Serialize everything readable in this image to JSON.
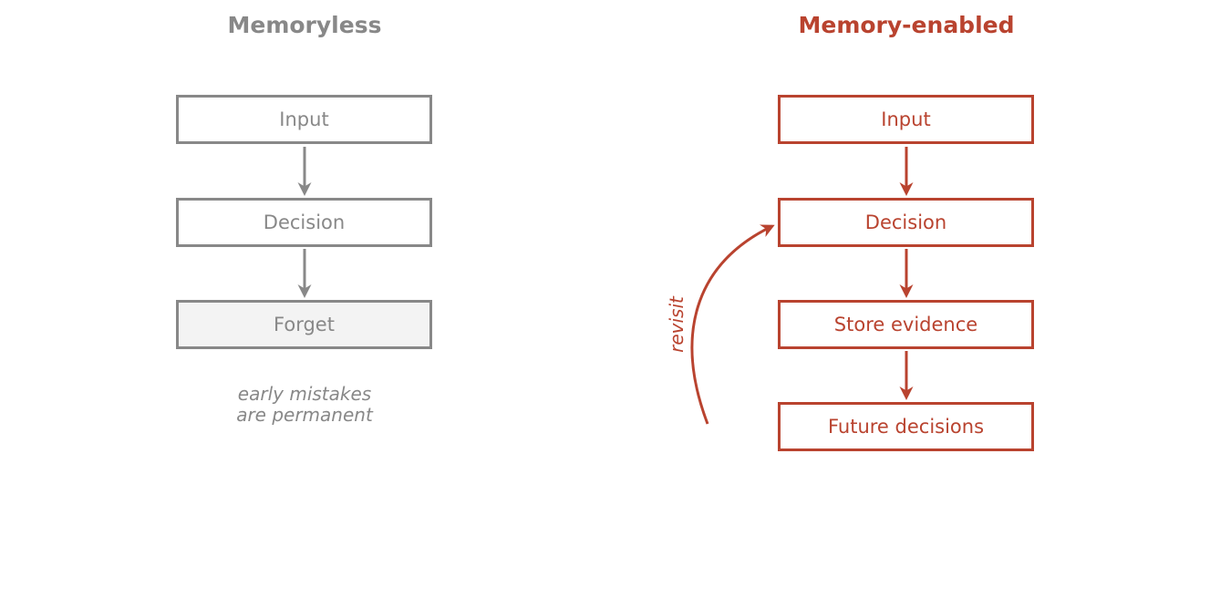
{
  "colors": {
    "gray": "#888888",
    "gray_fill": "#f3f3f3",
    "red": "#b9432f",
    "background": "#ffffff"
  },
  "memoryless": {
    "title": "Memoryless",
    "steps": [
      "Input",
      "Decision",
      "Forget"
    ],
    "note_lines": [
      "early mistakes",
      "are permanent"
    ]
  },
  "memory_enabled": {
    "title": "Memory-enabled",
    "steps": [
      "Input",
      "Decision",
      "Store evidence",
      "Future decisions"
    ],
    "loop_label": "revisit"
  }
}
